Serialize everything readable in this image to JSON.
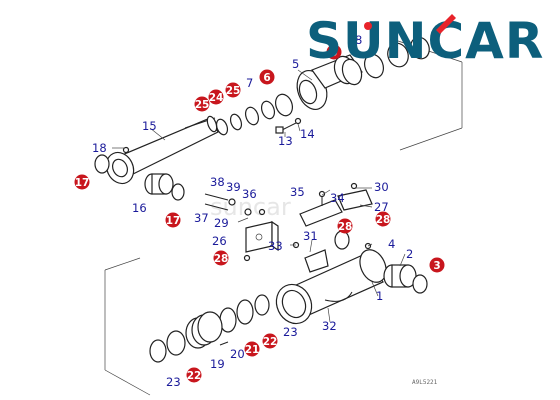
{
  "brand": {
    "logo_text": "SUNCAR",
    "logo_color": "#0d5f7c",
    "logo_accent": "#e8232a"
  },
  "watermark": "suncar",
  "footer_code": "A9L5221",
  "labels": {
    "p1": "1",
    "p2": "2",
    "p4": "4",
    "p5": "5",
    "p7": "7",
    "p8": "8",
    "p13": "13",
    "p14": "14",
    "p15": "15",
    "p16": "16",
    "p18": "18",
    "p19": "19",
    "p20": "20",
    "p23a": "23",
    "p23b": "23",
    "p26": "26",
    "p27": "27",
    "p29": "29",
    "p30": "30",
    "p31": "31",
    "p32": "32",
    "p33": "33",
    "p34": "34",
    "p35": "35",
    "p36": "36",
    "p37": "37",
    "p38": "38",
    "p39": "39"
  },
  "callouts": {
    "c6": "6",
    "c25": "25",
    "c24": "24",
    "c25b": "25",
    "c17a": "17",
    "c17b": "17",
    "c28a": "28",
    "c28b": "28",
    "c28c": "28",
    "c3": "3",
    "c21": "21",
    "c22a": "22",
    "c22b": "22",
    "c9": "9"
  },
  "colors": {
    "callout_fill": "#c8161d",
    "number_color": "#1a1a9a",
    "line_color": "#222222"
  }
}
